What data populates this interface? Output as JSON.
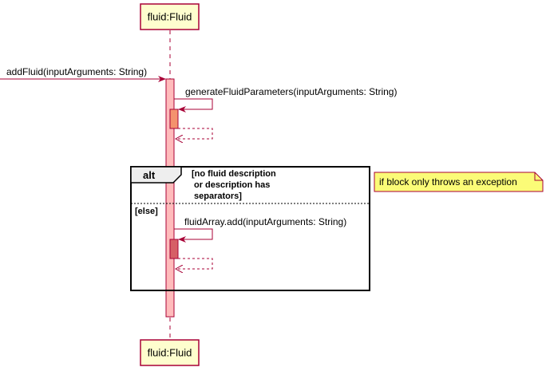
{
  "participants": {
    "top_label": "fluid:Fluid",
    "bottom_label": "fluid:Fluid"
  },
  "messages": {
    "incoming": "addFluid(inputArguments: String)",
    "generate": "generateFluidParameters(inputArguments: String)",
    "array_add": "fluidArray.add(inputArguments: String)"
  },
  "alt_fragment": {
    "keyword": "alt",
    "guard_line1": "[no fluid description",
    "guard_line2": "or description has",
    "guard_line3": "separators]",
    "else_guard": "[else]"
  },
  "note": {
    "text": "if block only throws an exception"
  },
  "colors": {
    "participant_fill": "#FEFECE",
    "participant_border": "#A80036",
    "arrow": "#A80036",
    "activation_main": "#FFBBBB",
    "activation_generate": "#F4926D",
    "activation_add": "#D65F66",
    "alt_tab_fill": "#EEEEEE",
    "note_fill": "#FBFB77"
  }
}
